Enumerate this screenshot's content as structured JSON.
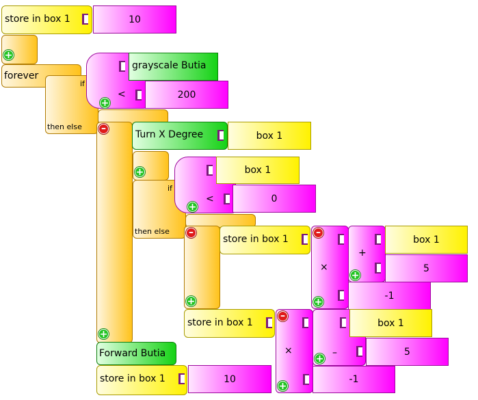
{
  "blocks": {
    "store1": {
      "label": "store in box 1",
      "value": "10"
    },
    "forever": {
      "label": "forever"
    },
    "ifelse1": {
      "if": "if",
      "then_else": "then else",
      "sensor": "grayscale Butia",
      "op": "<",
      "value": "200"
    },
    "turn": {
      "label": "Turn X Degree",
      "arg": "box 1"
    },
    "ifelse2": {
      "if": "if",
      "then_else": "then else",
      "left": "box 1",
      "op": "<",
      "right": "0"
    },
    "store2": {
      "label": "store in box 1",
      "mul": "×",
      "add": "+",
      "a": "box 1",
      "b": "5",
      "c": "-1"
    },
    "store3": {
      "label": "store in box 1",
      "mul": "×",
      "sub": "–",
      "a": "box 1",
      "b": "5",
      "c": "-1"
    },
    "forward": {
      "label": "Forward Butia"
    },
    "store4": {
      "label": "store in box 1",
      "value": "10"
    }
  },
  "icons": {
    "plus": "+",
    "minus": "–"
  },
  "colors": {
    "yellow": "#fff200",
    "orange": "#ffc21a",
    "magenta": "#ff00ff",
    "green": "#15d215",
    "add": "#22c322",
    "remove": "#e01b1b"
  }
}
